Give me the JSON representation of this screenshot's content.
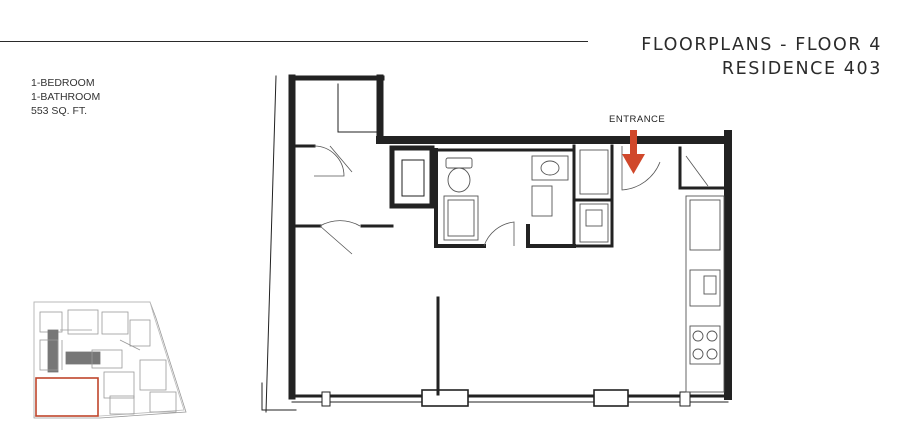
{
  "header": {
    "title_line1": "FLOORPLANS - FLOOR 4",
    "title_line2": "RESIDENCE 403"
  },
  "unit_specs": {
    "bedrooms": "1-BEDROOM",
    "bathrooms": "1-BATHROOM",
    "area": "553 SQ. FT."
  },
  "plan": {
    "entrance_label": "ENTRANCE",
    "accent_color": "#d0482b",
    "wall_color": "#222222"
  }
}
